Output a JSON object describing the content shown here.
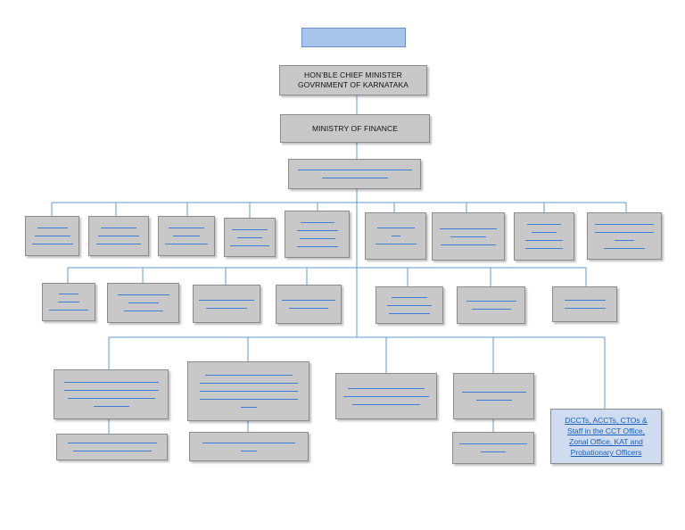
{
  "chart": {
    "cm_line1": "HON’BLE CHIEF MINISTER",
    "cm_line2": "GOVRNMENT OF KARNATAKA",
    "ministry": "MINISTRY OF FINANCE",
    "staff_lines": [
      "DCCTs, ACCTs, CTOs &",
      "Staff in the CCT Office,",
      "Zonal Office, KAT and",
      "Probationary Officers"
    ]
  },
  "colors": {
    "connector": "#5b9bd5",
    "box_fill": "#c8c8c8",
    "top_box_fill": "#a9c4eb",
    "link_text": "#1a5fc0"
  }
}
